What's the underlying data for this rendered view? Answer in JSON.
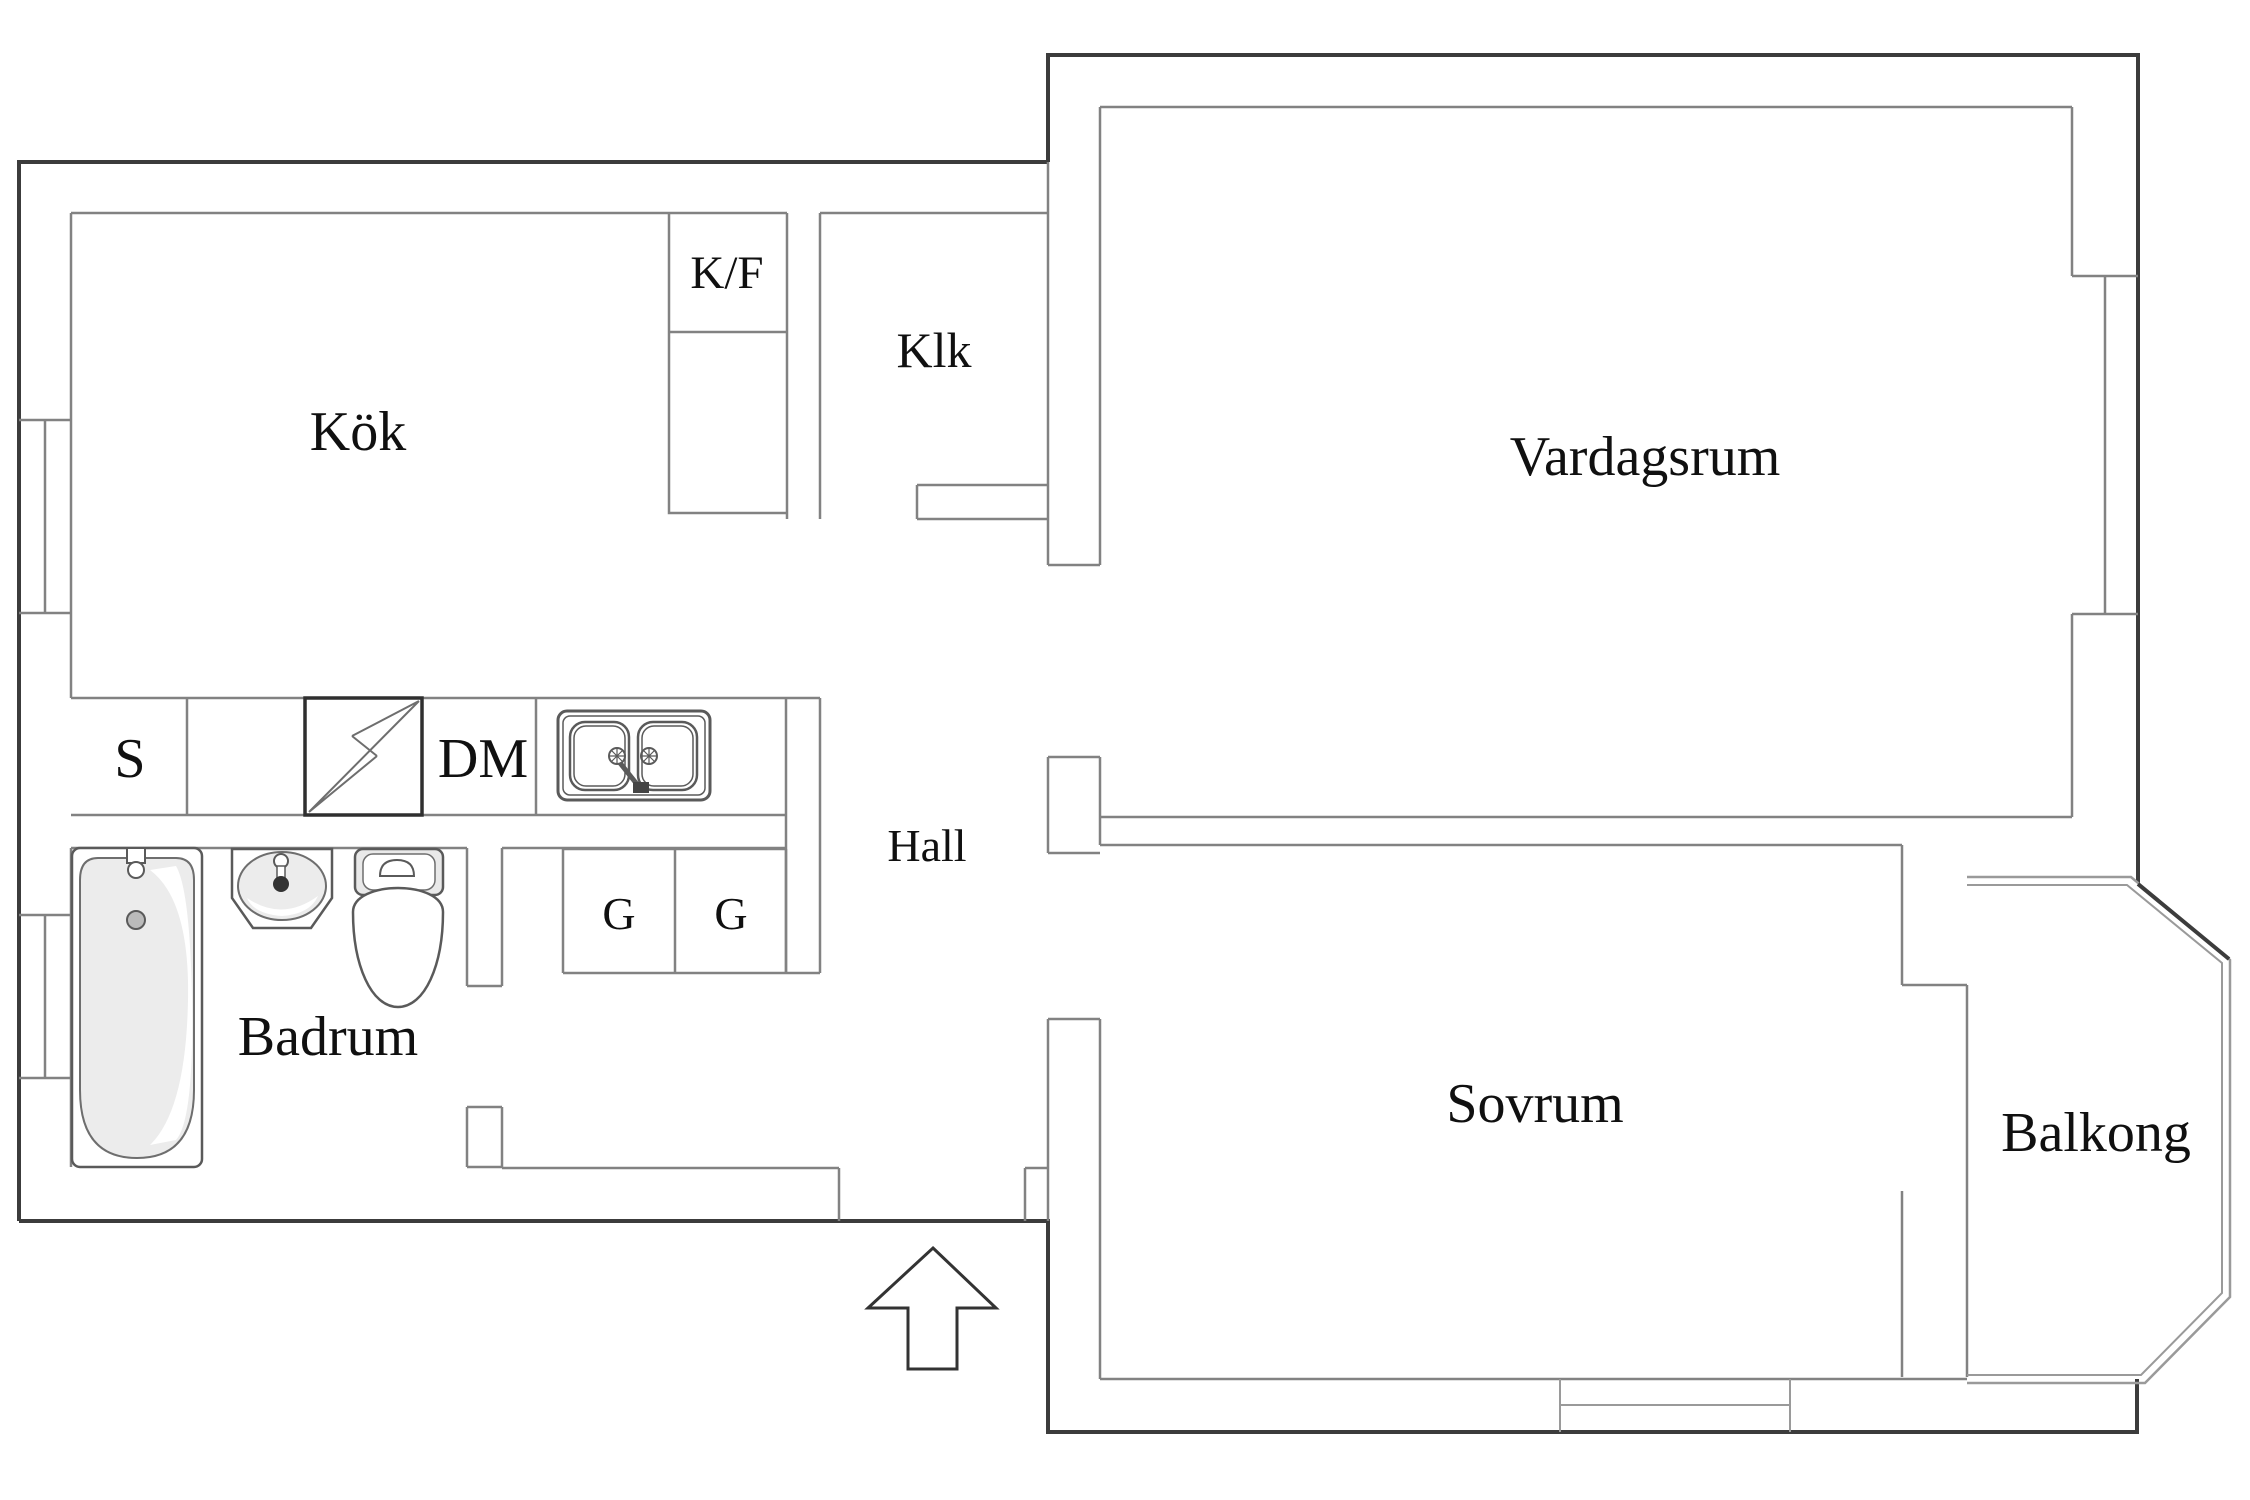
{
  "drawing": {
    "type": "apartment floor plan",
    "language": "Swedish"
  },
  "rooms": {
    "kok": {
      "label": "Kök"
    },
    "klk": {
      "label": "Klk"
    },
    "vardagsrum": {
      "label": "Vardagsrum"
    },
    "hall": {
      "label": "Hall"
    },
    "badrum": {
      "label": "Badrum"
    },
    "sovrum": {
      "label": "Sovrum"
    },
    "balkong": {
      "label": "Balkong"
    }
  },
  "fixtures": {
    "fridge_freezer": {
      "label": "K/F"
    },
    "stove": {
      "label": "S"
    },
    "dishwasher": {
      "label": "DM"
    },
    "wardrobe_1": {
      "label": "G"
    },
    "wardrobe_2": {
      "label": "G"
    }
  },
  "icons": [
    "entrance-arrow-icon",
    "electrical-symbol-icon",
    "sink-icon",
    "bathtub-icon",
    "washbasin-icon",
    "toilet-icon"
  ],
  "colors": {
    "background": "#ffffff",
    "wall_dark": "#3c3c3c",
    "wall_gray": "#828282",
    "fixture_stroke": "#5a5a5a",
    "fixture_fill": "#ececec",
    "label": "#101010"
  }
}
